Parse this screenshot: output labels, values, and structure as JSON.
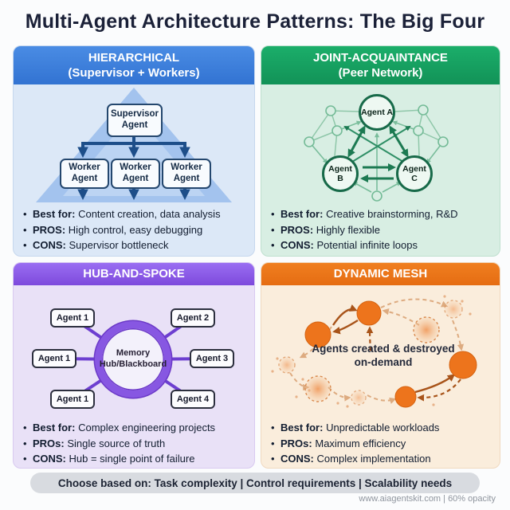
{
  "title": "Multi-Agent Architecture Patterns: The Big Four",
  "panels": {
    "hierarchical": {
      "header": "HIERARCHICAL",
      "header_sub": "(Supervisor + Workers)",
      "supervisor": "Supervisor Agent",
      "workers": [
        "Worker Agent",
        "Worker Agent",
        "Worker Agent"
      ],
      "bullets": [
        {
          "label": "Best for:",
          "text": "Content creation, data analysis"
        },
        {
          "label": "PROS:",
          "text": "High control, easy debugging"
        },
        {
          "label": "CONS:",
          "text": "Supervisor bottleneck"
        }
      ]
    },
    "joint": {
      "header": "JOINT-ACQUAINTANCE",
      "header_sub": "(Peer Network)",
      "agents": [
        "Agent A",
        "Agent B",
        "Agent C"
      ],
      "bullets": [
        {
          "label": "Best for:",
          "text": "Creative brainstorming, R&D"
        },
        {
          "label": "PROS:",
          "text": "Highly flexible"
        },
        {
          "label": "CONS:",
          "text": "Potential infinite loops"
        }
      ]
    },
    "hub": {
      "header": "HUB-AND-SPOKE",
      "hub_label": "Memory Hub/Blackboard",
      "spokes": [
        "Agent 1",
        "Agent 2",
        "Agent 1",
        "Agent 3",
        "Agent 1",
        "Agent 4"
      ],
      "bullets": [
        {
          "label": "Best for:",
          "text": "Complex engineering projects"
        },
        {
          "label": "PROs:",
          "text": "Single source of truth"
        },
        {
          "label": "CONS:",
          "text": "Hub = single point of failure"
        }
      ]
    },
    "mesh": {
      "header": "DYNAMIC MESH",
      "caption": "Agents created & destroyed on-demand",
      "bullets": [
        {
          "label": "Best for:",
          "text": "Unpredictable workloads"
        },
        {
          "label": "PROs:",
          "text": "Maximum efficiency"
        },
        {
          "label": "CONS:",
          "text": "Complex implementation"
        }
      ]
    }
  },
  "footer_bar": "Choose based on: Task complexity | Control requirements | Scalability needs",
  "footer_note": "www.aiagentskit.com | 60% opacity",
  "colors": {
    "hierarchical_accent": "#3b7cd9",
    "joint_accent": "#16a05e",
    "hub_accent": "#8757e2",
    "mesh_accent": "#ec7315",
    "title_text": "#1b2138",
    "pill_bg": "#d8dbe0"
  }
}
